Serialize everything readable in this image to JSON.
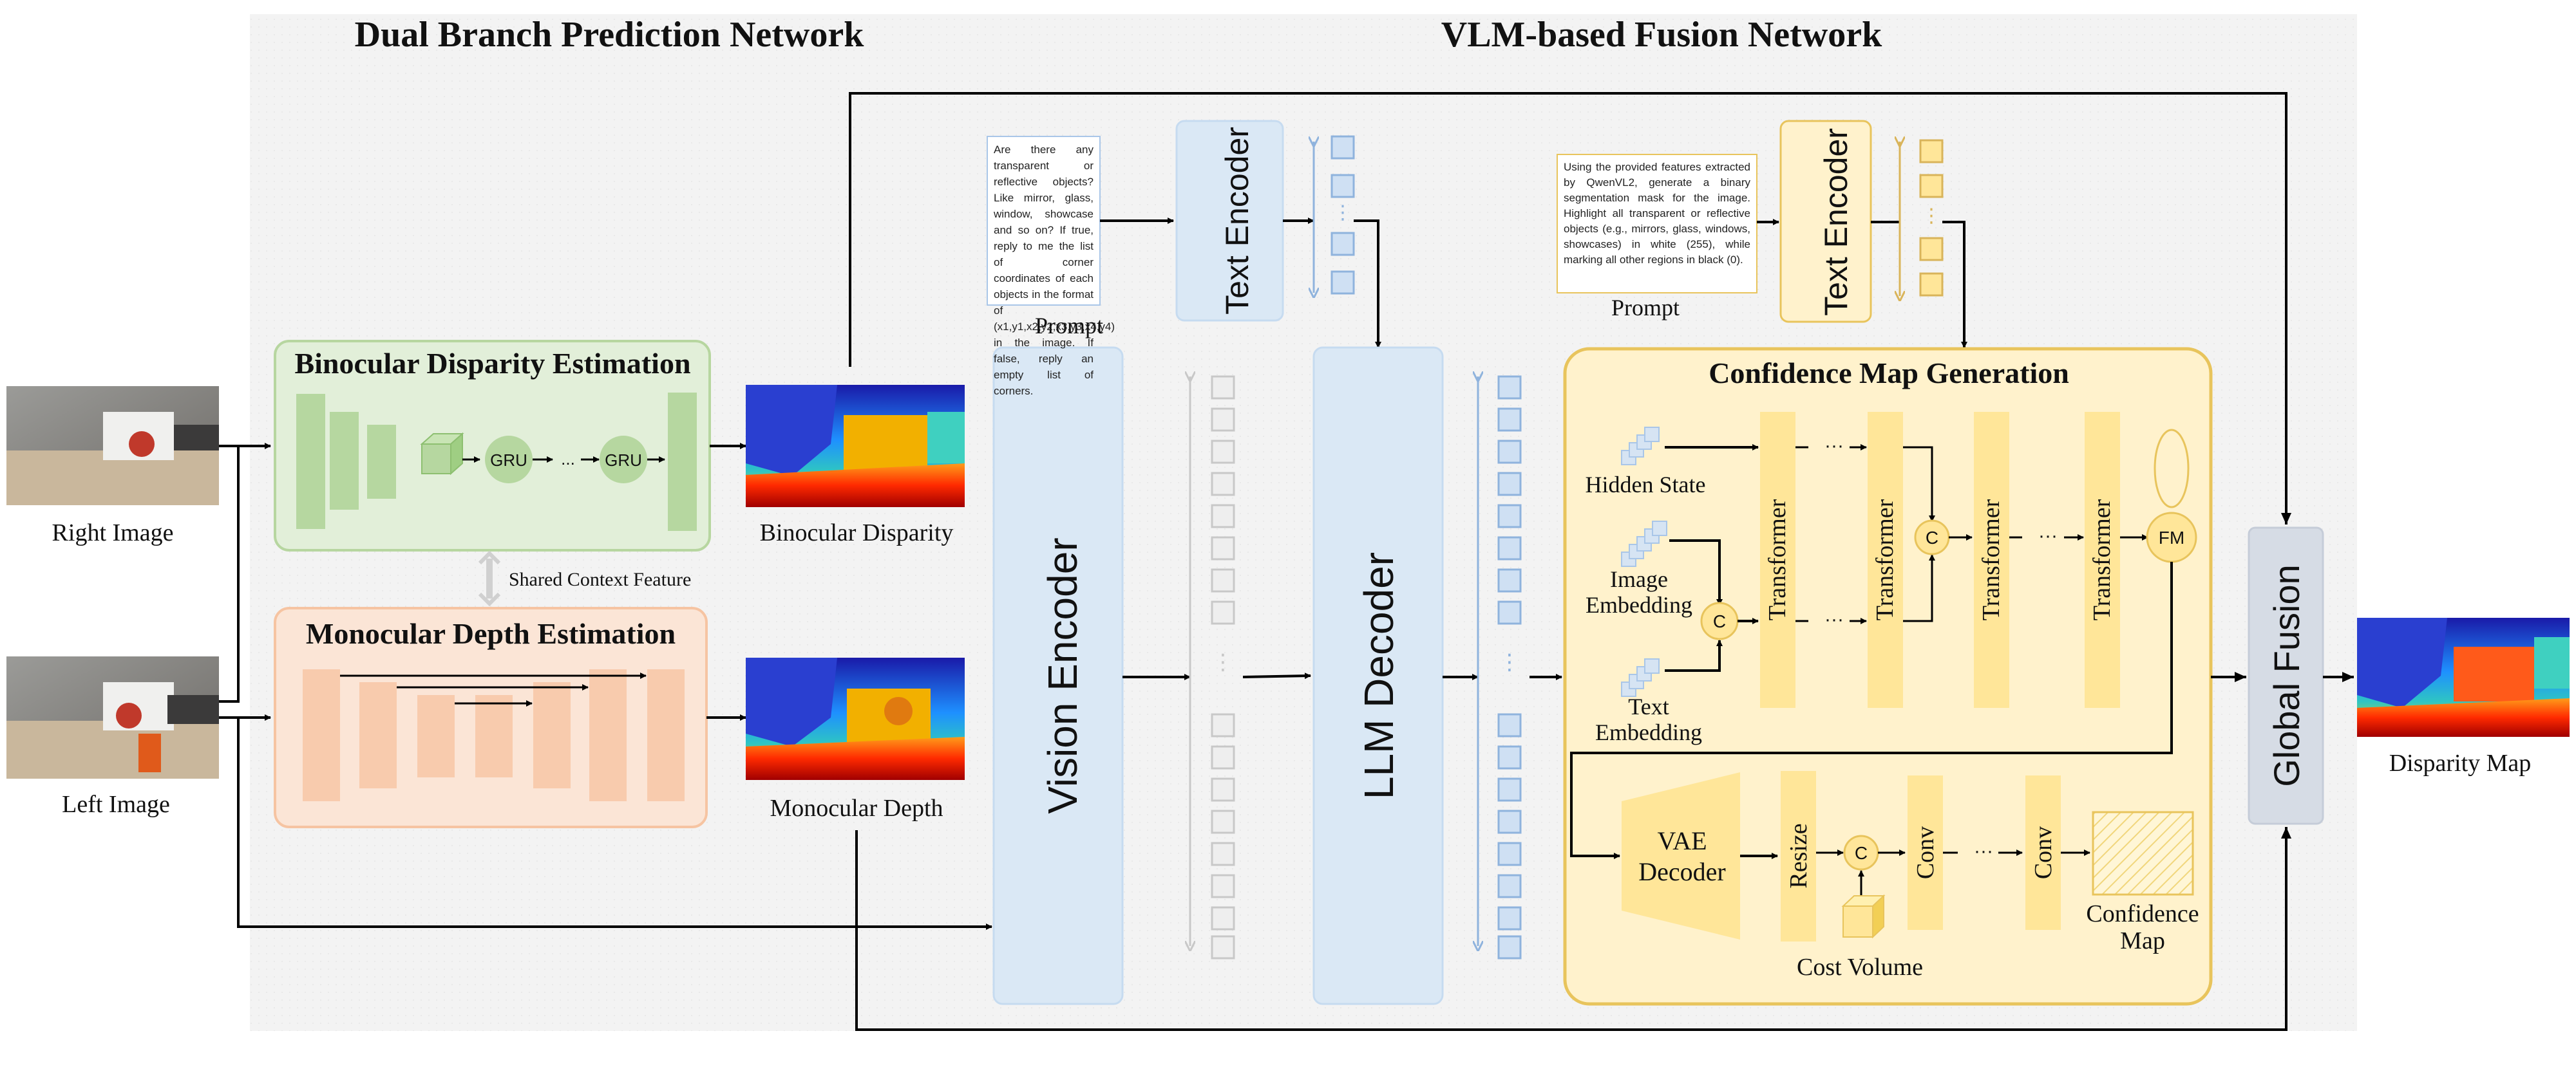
{
  "headings": {
    "left": "Dual Branch Prediction Network",
    "right": "VLM-based Fusion Network"
  },
  "inputs": {
    "right_image": "Right Image",
    "left_image": "Left Image"
  },
  "binocular": {
    "title": "Binocular Disparity Estimation",
    "gru1": "GRU",
    "gru2": "GRU",
    "dots": "...",
    "output": "Binocular Disparity"
  },
  "shared": "Shared Context Feature",
  "monocular": {
    "title": "Monocular Depth Estimation",
    "output": "Monocular Depth"
  },
  "prompt1": {
    "text": "Are there any transparent or reflective objects? Like mirror, glass, window, showcase and so on? If true, reply to me the list of corner coordinates of each objects in the format of (x1,y1,x2,y2,x3,y3,x4,y4) in the image. If false, reply an empty list of corners.",
    "label": "Prompt"
  },
  "prompt2": {
    "text": "Using the provided features extracted by QwenVL2, generate a binary segmentation mask for the image. Highlight all transparent or reflective objects (e.g., mirrors, glass, windows, showcases) in white (255), while marking all other regions in black (0).",
    "label": "Prompt"
  },
  "text_encoder1": "Text Encoder",
  "text_encoder2": "Text Encoder",
  "vision_encoder": "Vision Encoder",
  "llm_decoder": "LLM Decoder",
  "confidence": {
    "title": "Confidence Map Generation",
    "hidden_state": "Hidden State",
    "image_embedding": "Image Embedding",
    "text_embedding": "Text Embedding",
    "transformer": "Transformer",
    "concat": "C",
    "fm": "FM",
    "vae_decoder": "VAE Decoder",
    "resize": "Resize",
    "conv": "Conv",
    "cost_volume": "Cost Volume",
    "confidence_map": "Confidence Map"
  },
  "global_fusion": "Global Fusion",
  "disparity_map": "Disparity Map",
  "colors": {
    "green_fill": "#e2efd9",
    "green_stroke": "#a9d18e",
    "orange_fill": "#fbe5d6",
    "orange_stroke": "#f4b183",
    "blue_fill": "#dae8f5",
    "blue_stroke": "#a9c6e8",
    "yellow_fill": "#fff2cc",
    "yellow_bar": "#ffe699",
    "yellow_stroke": "#e8c45c",
    "fusion_fill": "#d6dce5",
    "panel_fill": "#f2f2f2"
  }
}
